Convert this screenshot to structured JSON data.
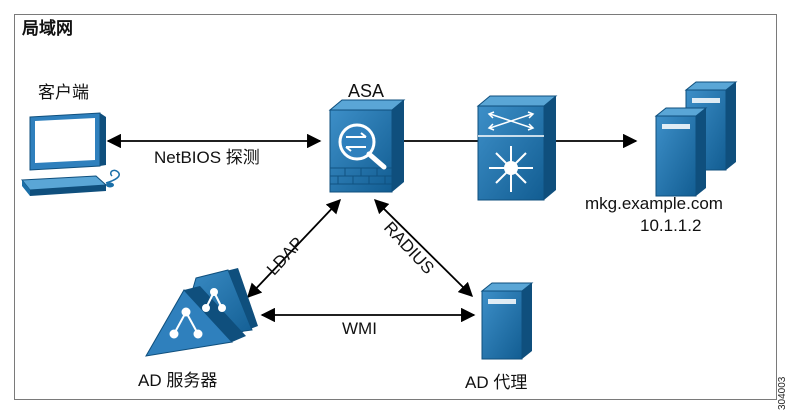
{
  "title": "局域网",
  "nodes": {
    "client": {
      "label": "客户端",
      "icon": "workstation-icon"
    },
    "asa": {
      "label": "ASA",
      "icon": "firewall-icon"
    },
    "switch": {
      "icon": "multilayer-switch-icon"
    },
    "web_server": {
      "label": "mkg.example.com",
      "ip": "10.1.1.2",
      "icon": "server-pair-icon"
    },
    "ad_server": {
      "label": "AD 服务器",
      "icon": "directory-server-icon"
    },
    "ad_agent": {
      "label": "AD 代理",
      "icon": "server-icon"
    }
  },
  "links": {
    "netbios": "NetBIOS 探测",
    "ldap": "LDAP",
    "radius": "RADIUS",
    "wmi": "WMI"
  },
  "figure_id": "304003",
  "colors": {
    "device_blue": "#1b6fa8",
    "device_blue_dark": "#0f4f7d",
    "device_blue_light": "#5aa6d6",
    "line": "#000000"
  }
}
